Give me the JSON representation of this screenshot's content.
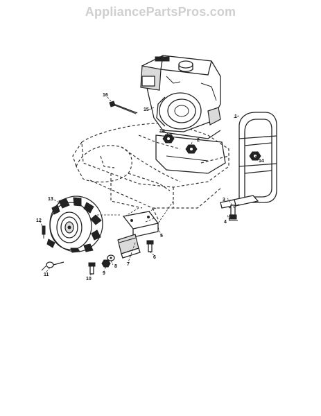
{
  "watermark": "AppliancePartsPros.com",
  "callouts": {
    "c1": "1",
    "c2": "2",
    "c3": "3",
    "c4": "4",
    "c5": "5",
    "c6": "6",
    "c7": "7",
    "c8": "8",
    "c9": "9",
    "c10": "10",
    "c11": "11",
    "c12": "12",
    "c13": "13",
    "c14a": "14",
    "c14b": "14",
    "c15": "15",
    "c16": "16"
  }
}
